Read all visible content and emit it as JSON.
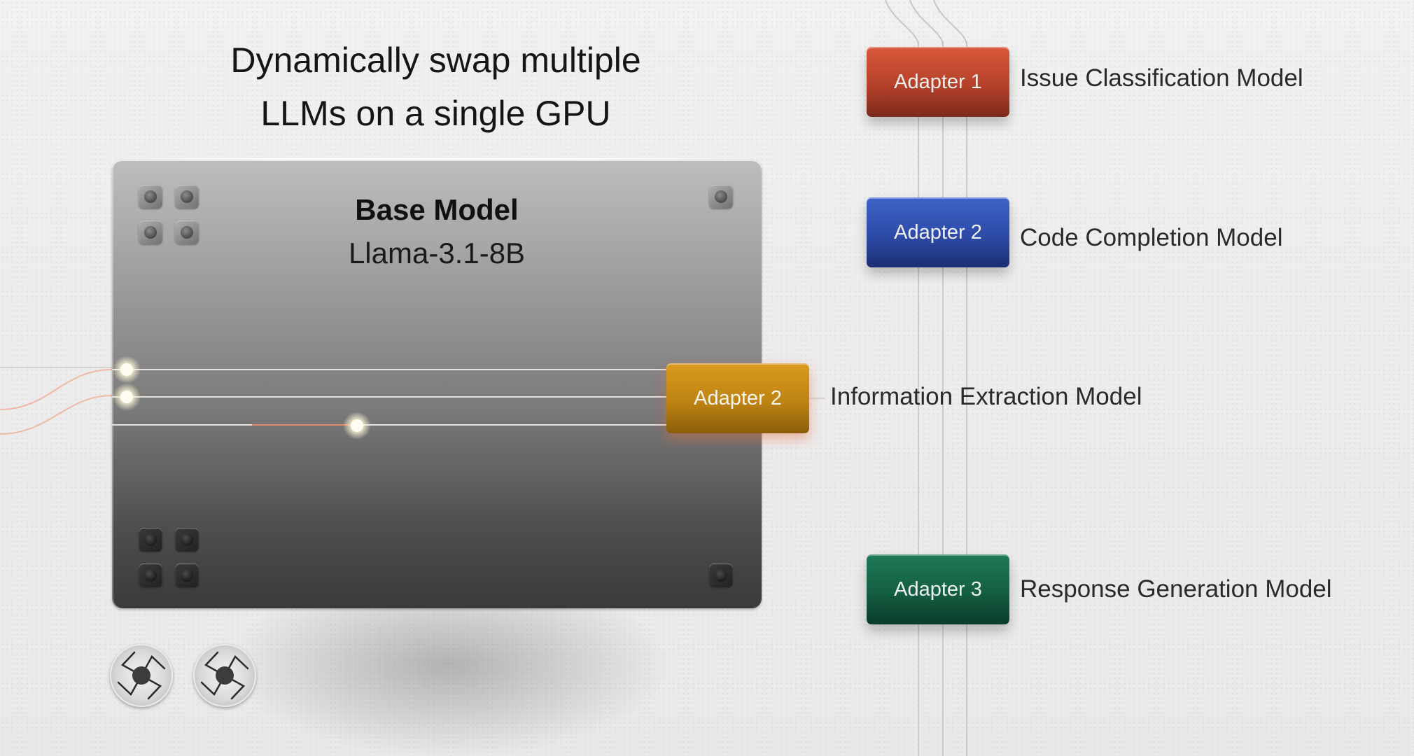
{
  "headline": {
    "line1": "Dynamically swap multiple",
    "line2": "LLMs on a single GPU"
  },
  "base_model": {
    "title": "Base Model",
    "model_name": "Llama-3.1-8B"
  },
  "adapters": [
    {
      "label": "Adapter 1",
      "model": "Issue Classification Model",
      "color": "#b5412a"
    },
    {
      "label": "Adapter 2",
      "model": "Code Completion Model",
      "color": "#2d4aa8"
    },
    {
      "label": "Adapter 2",
      "model": "Information Extraction Model",
      "color": "#be8313"
    },
    {
      "label": "Adapter 3",
      "model": "Response Generation Model",
      "color": "#145e42"
    }
  ],
  "icons": {
    "screw": "screw-icon",
    "fan": "fan-icon",
    "signal": "signal-dot-icon"
  },
  "colors": {
    "accent_wire": "#e8896a",
    "glow": "#fff6d6"
  }
}
